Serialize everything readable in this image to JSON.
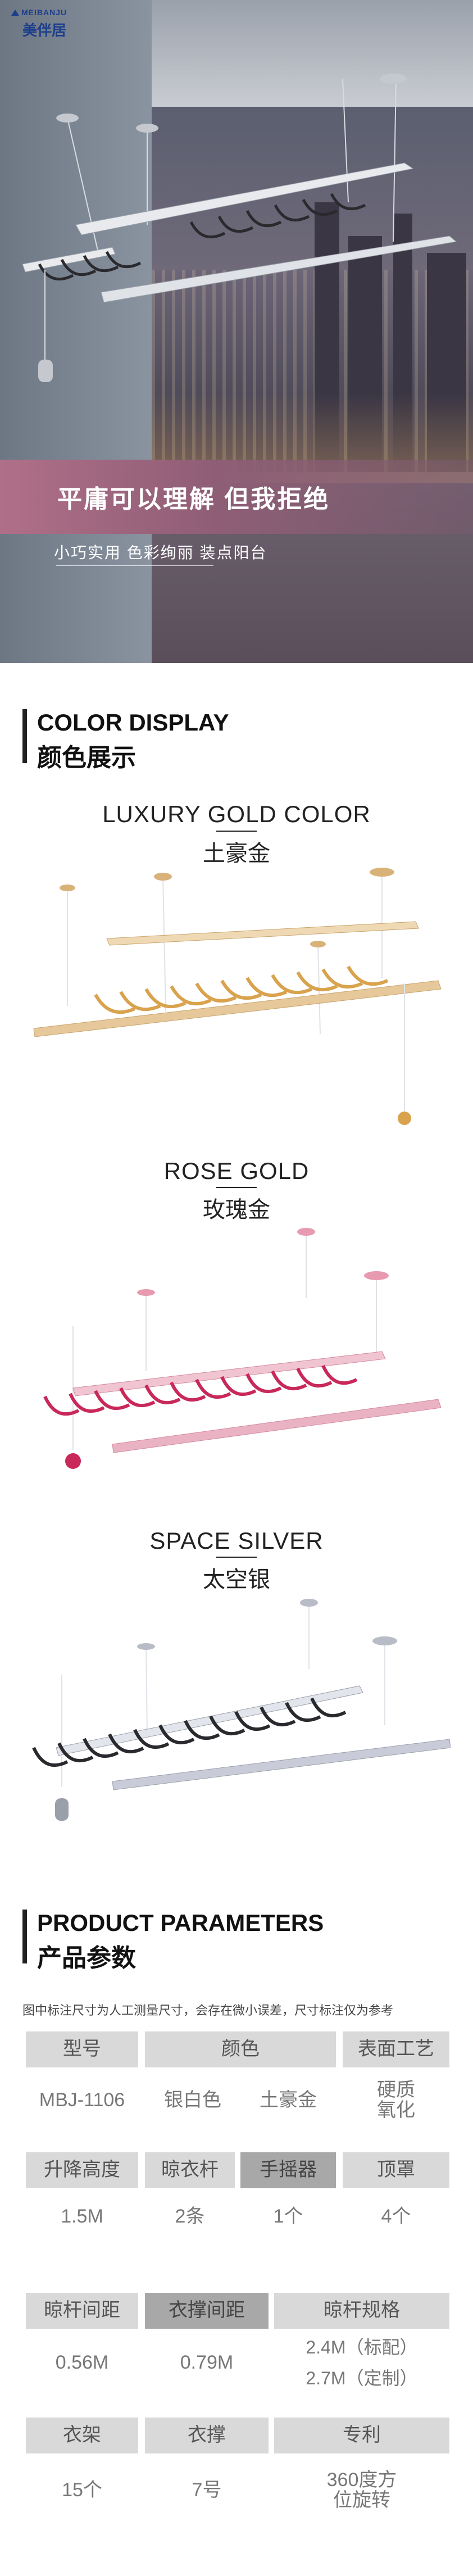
{
  "brand": {
    "logo_small": "MEIBANJU",
    "logo_main": "美伴居"
  },
  "hero": {
    "title": "平庸可以理解  但我拒绝",
    "subtitle": "小巧实用  色彩绚丽  装点阳台"
  },
  "color_display": {
    "title_en": "COLOR DISPLAY",
    "title_zh": "颜色展示",
    "items": [
      {
        "name_en": "LUXURY GOLD COLOR",
        "name_zh": "土豪金",
        "color": "#e6c89a",
        "hanger_color": "#d9a24d"
      },
      {
        "name_en": "ROSE GOLD",
        "name_zh": "玫瑰金",
        "color": "#eab3c3",
        "hanger_color": "#c8285a"
      },
      {
        "name_en": "SPACE SILVER",
        "name_zh": "太空银",
        "color": "#c9ccd8",
        "hanger_color": "#2a2a2e"
      }
    ]
  },
  "parameters": {
    "title_en": "PRODUCT PARAMETERS",
    "title_zh": "产品参数",
    "note": "图中标注尺寸为人工测量尺寸，会存在微小误差，尺寸标注仅为参考",
    "row1": {
      "h1": "型号",
      "h2": "颜色",
      "h3": "表面工艺",
      "v1": "MBJ-1106",
      "v2a": "银白色",
      "v2b": "土豪金",
      "v3": "硬质\n氧化"
    },
    "row2": {
      "h1": "升降高度",
      "h2": "晾衣杆",
      "h3": "手摇器",
      "h4": "顶罩",
      "v1": "1.5M",
      "v2": "2条",
      "v3": "1个",
      "v4": "4个"
    },
    "row3": {
      "h1": "晾杆间距",
      "h2": "衣撑间距",
      "h3": "晾杆规格",
      "v1": "0.56M",
      "v2": "0.79M",
      "v3a": "2.4M（标配）",
      "v3b": "2.7M（定制）"
    },
    "row4": {
      "h1": "衣架",
      "h2": "衣撑",
      "h3": "专利",
      "v1": "15个",
      "v2": "7号",
      "v3": "360度方\n位旋转"
    }
  },
  "colors": {
    "banner": "#a86a84",
    "table_header": "#d9d9d9",
    "table_header_dark": "#a8a8a8"
  }
}
